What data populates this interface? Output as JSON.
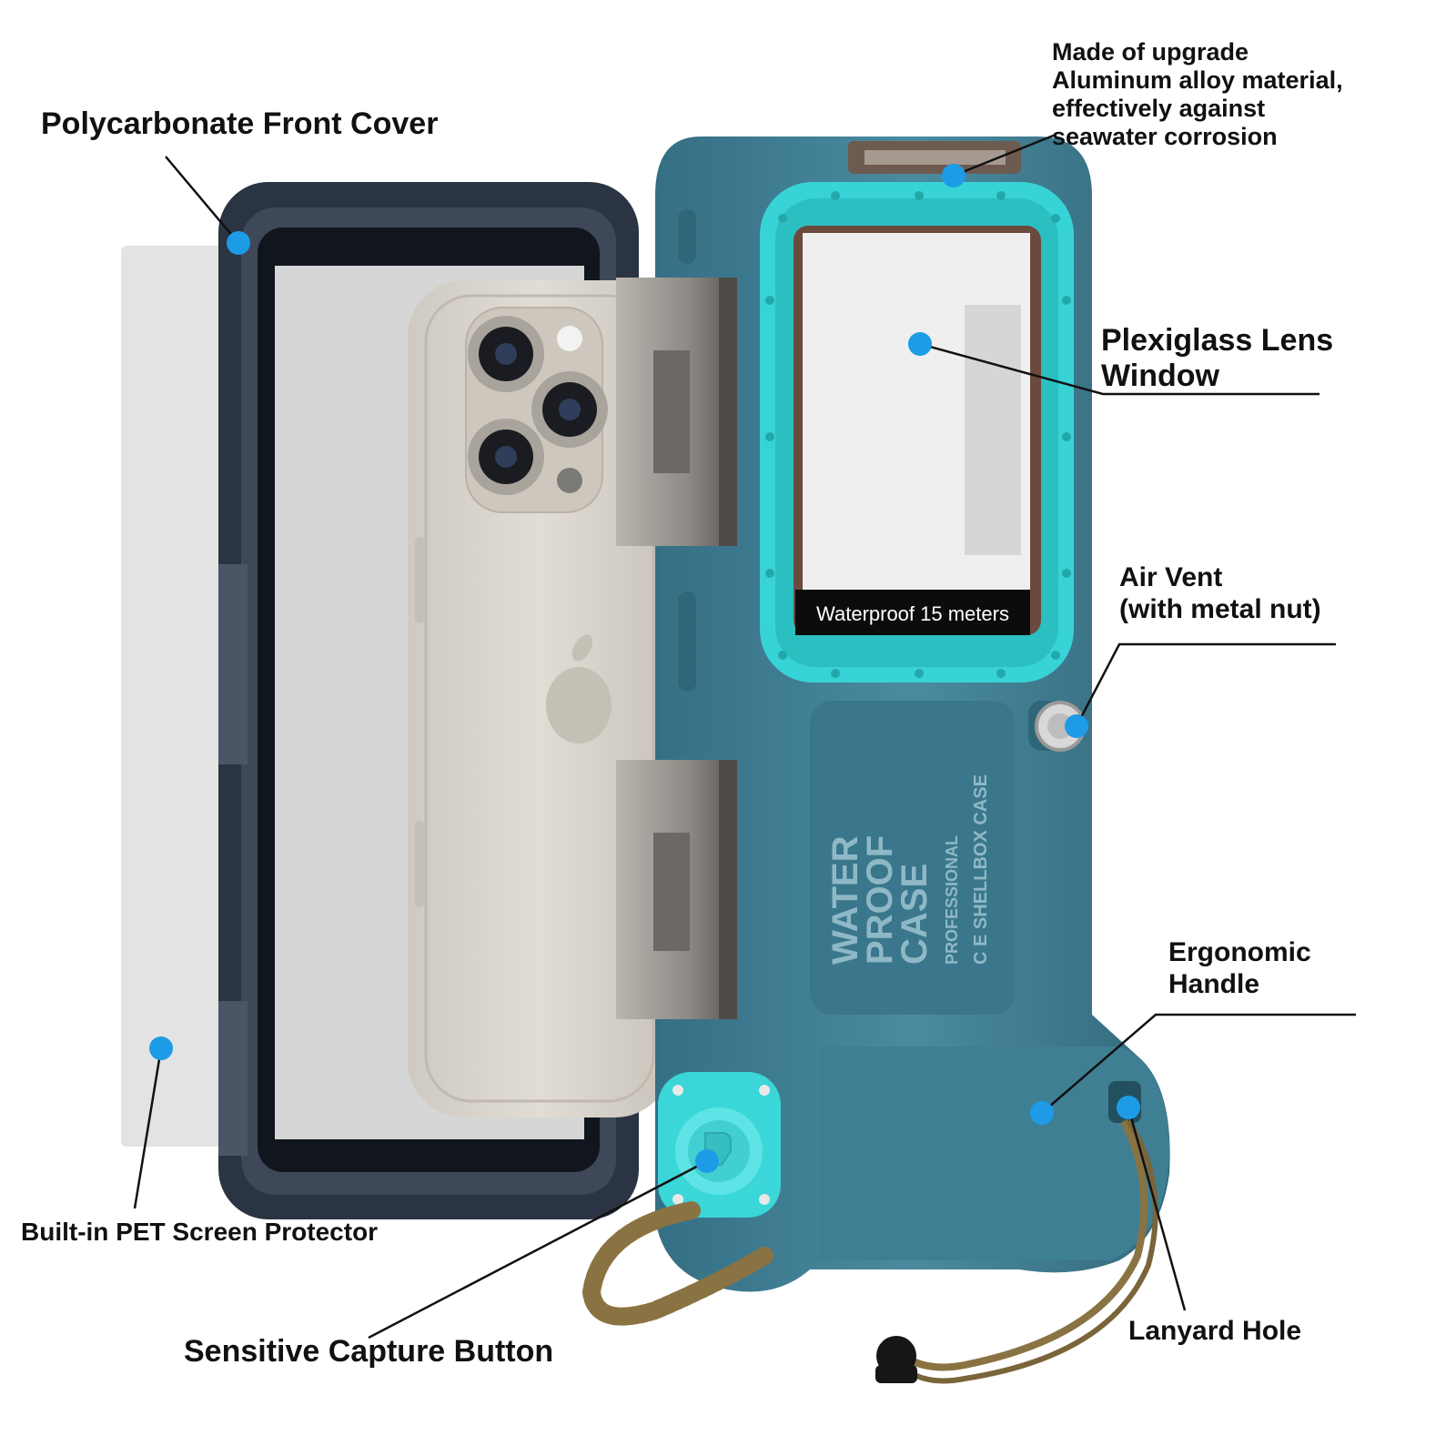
{
  "callouts": {
    "front_cover": "Polycarbonate Front Cover",
    "aluminum": [
      "Made of upgrade",
      "Aluminum alloy material,",
      "effectively against",
      "seawater corrosion"
    ],
    "lens_window": [
      "Plexiglass Lens",
      "Window"
    ],
    "air_vent": [
      "Air Vent",
      "(with metal nut)"
    ],
    "handle": [
      "Ergonomic",
      "Handle"
    ],
    "screen_protector": "Built-in PET Screen Protector",
    "capture_button": "Sensitive Capture Button",
    "lanyard_hole": "Lanyard Hole"
  },
  "case_markings": {
    "depth_badge": "Waterproof 15 meters",
    "brand_big": [
      "WATER",
      "PROOF",
      "CASE"
    ],
    "brand_small": "PROFESSIONAL",
    "brand_model": "C E  SHELLBOX  CASE"
  },
  "colors": {
    "marker": "#1e9be6",
    "case_body": "#3d7a8f",
    "case_accent": "#3ad6d8",
    "cover_frame": "#2b3442",
    "hinge_metal": "#8a8580",
    "phone_body": "#d7d2c9",
    "lanyard": "#8a7342"
  }
}
